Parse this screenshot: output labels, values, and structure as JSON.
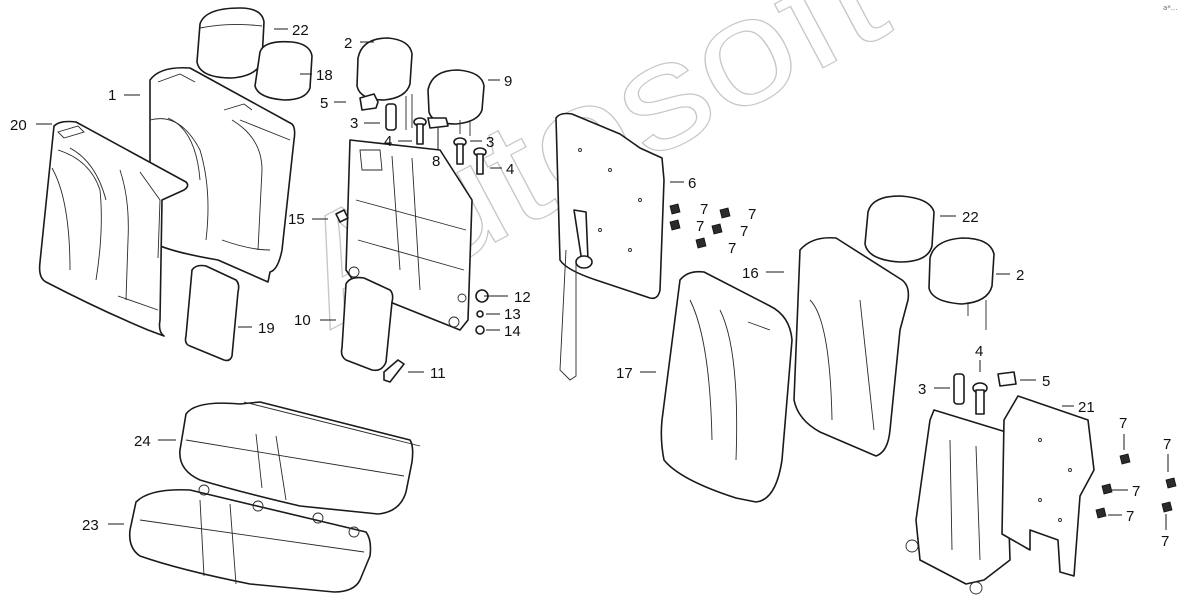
{
  "diagram": {
    "watermark": "Autosoft",
    "corner_mark": "a*...",
    "callouts": [
      {
        "id": "c22a",
        "text": "22"
      },
      {
        "id": "c18",
        "text": "18"
      },
      {
        "id": "c1",
        "text": "1"
      },
      {
        "id": "c20",
        "text": "20"
      },
      {
        "id": "c2a",
        "text": "2"
      },
      {
        "id": "c5a",
        "text": "5"
      },
      {
        "id": "c3a",
        "text": "3"
      },
      {
        "id": "c4a",
        "text": "4"
      },
      {
        "id": "c8",
        "text": "8"
      },
      {
        "id": "c9",
        "text": "9"
      },
      {
        "id": "c3b",
        "text": "3"
      },
      {
        "id": "c4b",
        "text": "4"
      },
      {
        "id": "c15",
        "text": "15"
      },
      {
        "id": "c6",
        "text": "6"
      },
      {
        "id": "c7a",
        "text": "7"
      },
      {
        "id": "c7b",
        "text": "7"
      },
      {
        "id": "c7c",
        "text": "7"
      },
      {
        "id": "c7d",
        "text": "7"
      },
      {
        "id": "c7e",
        "text": "7"
      },
      {
        "id": "c12",
        "text": "12"
      },
      {
        "id": "c13",
        "text": "13"
      },
      {
        "id": "c14",
        "text": "14"
      },
      {
        "id": "c10",
        "text": "10"
      },
      {
        "id": "c19",
        "text": "19"
      },
      {
        "id": "c11",
        "text": "11"
      },
      {
        "id": "c22b",
        "text": "22"
      },
      {
        "id": "c16",
        "text": "16"
      },
      {
        "id": "c2b",
        "text": "2"
      },
      {
        "id": "c17",
        "text": "17"
      },
      {
        "id": "c4c",
        "text": "4"
      },
      {
        "id": "c3c",
        "text": "3"
      },
      {
        "id": "c5b",
        "text": "5"
      },
      {
        "id": "c21",
        "text": "21"
      },
      {
        "id": "c7f",
        "text": "7"
      },
      {
        "id": "c7g",
        "text": "7"
      },
      {
        "id": "c7h",
        "text": "7"
      },
      {
        "id": "c7i",
        "text": "7"
      },
      {
        "id": "c7j",
        "text": "7"
      },
      {
        "id": "c24",
        "text": "24"
      },
      {
        "id": "c23",
        "text": "23"
      }
    ]
  }
}
